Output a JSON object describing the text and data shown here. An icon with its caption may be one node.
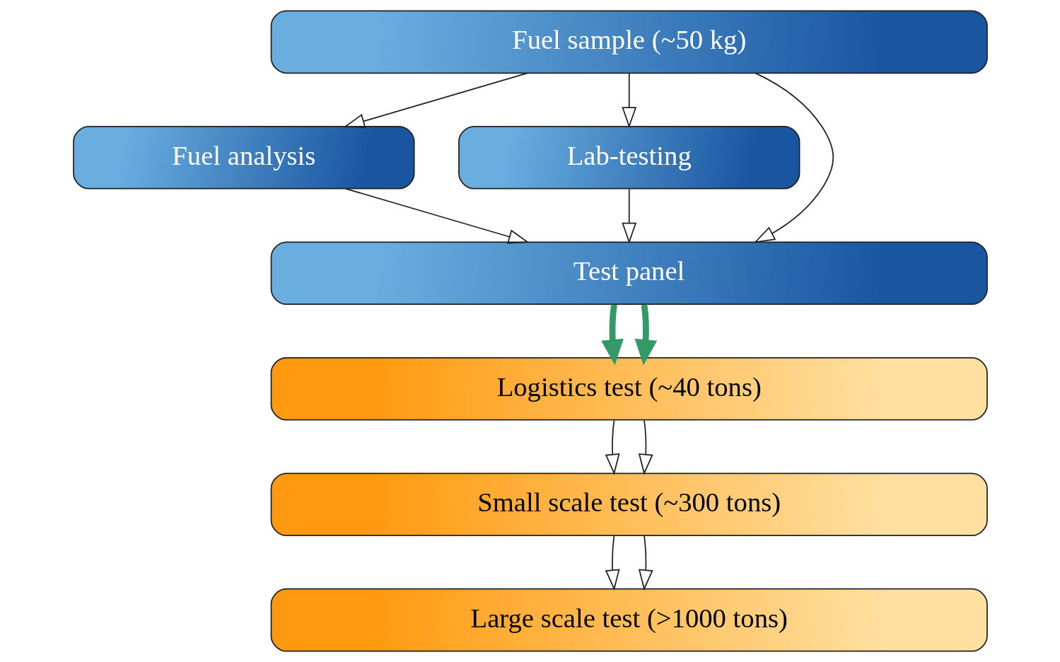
{
  "diagram": {
    "nodes": [
      {
        "text": [
          "Fuel sample (~50 kg)"
        ]
      },
      {
        "text": [
          "Fuel analysis"
        ]
      },
      {
        "text": [
          "Lab-testing"
        ]
      },
      {
        "text": [
          "Test panel"
        ]
      },
      {
        "text": [
          "Logistics test (~40 tons)"
        ]
      },
      {
        "text": [
          "Small scale test (~300 tons)"
        ]
      },
      {
        "text": [
          "Large scale test (>1000 tons)"
        ]
      }
    ],
    "edges": [
      {
        "from": 0,
        "to": 1,
        "arrow": "to"
      },
      {
        "from": 0,
        "to": 2,
        "arrow": "to"
      },
      {
        "from": 0,
        "to": 3,
        "arrow": "to"
      },
      {
        "from": 1,
        "to": 3,
        "arrow": "to"
      },
      {
        "from": 2,
        "to": 3,
        "arrow": "to"
      },
      {
        "from": 3,
        "to": 4,
        "arrow": "to",
        "style": "thick",
        "color": "#339966"
      },
      {
        "from": 3,
        "to": 4,
        "arrow": "to",
        "style": "thick",
        "color": "#339966"
      },
      {
        "from": 4,
        "to": 5,
        "arrow": "to"
      },
      {
        "from": 4,
        "to": 5,
        "arrow": "to"
      },
      {
        "from": 5,
        "to": 6,
        "arrow": "to"
      },
      {
        "from": 5,
        "to": 6,
        "arrow": "to"
      }
    ]
  }
}
